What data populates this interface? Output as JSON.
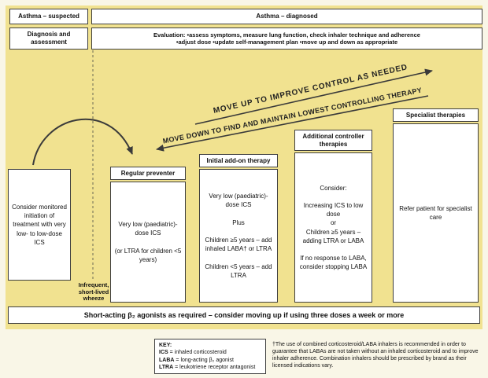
{
  "colors": {
    "page_bg": "#f9f6e7",
    "panel_bg": "#f1e290",
    "box_bg": "#ffffff",
    "box_border": "#3f3f3f",
    "arrow": "#3a3a3a"
  },
  "top": {
    "suspected": "Asthma – suspected",
    "diagnosed": "Asthma – diagnosed",
    "diagnosis": "Diagnosis and assessment",
    "evaluation": "Evaluation: •assess symptoms, measure lung function, check inhaler technique and adherence\n•adjust dose •update self-management plan •move up and down as appropriate"
  },
  "arrows": {
    "up": "MOVE UP TO IMPROVE CONTROL AS NEEDED",
    "down": "MOVE DOWN TO FIND AND MAINTAIN LOWEST CONTROLLING THERAPY"
  },
  "columns": [
    {
      "header": "",
      "body": "Consider monitored initiation of treatment with very low- to low-dose ICS"
    },
    {
      "header": "Regular preventer",
      "body": "Very low (paediatric)-dose ICS\n\n(or LTRA for children <5 years)"
    },
    {
      "header": "Initial add-on therapy",
      "body": "Very low (paediatric)-dose ICS\n\nPlus\n\nChildren ≥5 years – add inhaled LABA† or LTRA\n\nChildren <5 years – add LTRA"
    },
    {
      "header": "Additional controller therapies",
      "body": "Consider:\n\nIncreasing ICS to low dose\nor\nChildren ≥5 years – adding LTRA or LABA\n\nIf no response to LABA, consider stopping LABA"
    },
    {
      "header": "Specialist therapies",
      "body": "Refer patient for specialist care"
    }
  ],
  "wheeze_note": "Infrequent,\nshort-lived\nwheeze",
  "saba_bar": "Short-acting β₂ agonists as required – consider moving up if using three doses a week or more",
  "key": {
    "title": "KEY:",
    "sep": " = ",
    "items": [
      {
        "abbr": "ICS",
        "def": "inhaled corticosteroid"
      },
      {
        "abbr": "LABA",
        "def": "long-acting β₂ agonist"
      },
      {
        "abbr": "LTRA",
        "def": "leukotriene receptor antagonist"
      }
    ]
  },
  "footnote": "†The use of combined corticosteroid/LABA inhalers is recommended in order to guarantee that LABAs are not taken without an inhaled corticosteroid and to improve inhaler adherence. Combination inhalers should be prescribed by brand as their licensed indications vary."
}
